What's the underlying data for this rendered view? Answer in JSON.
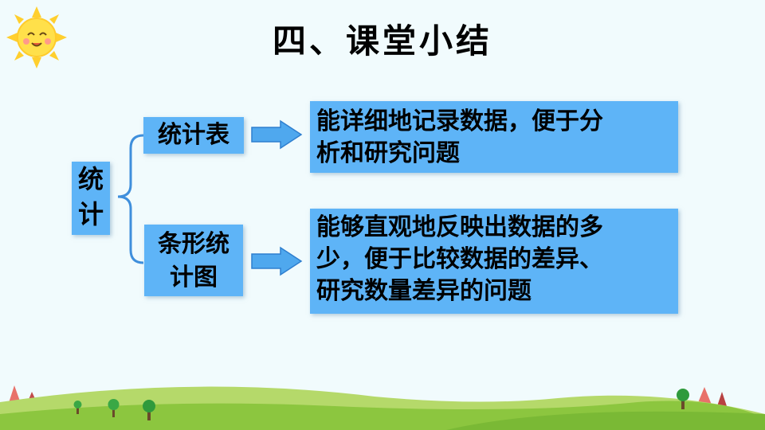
{
  "title": "四、课堂小结",
  "root": {
    "line1": "统",
    "line2": "计"
  },
  "branches": [
    {
      "label_lines": [
        "统计表"
      ],
      "description_lines": [
        "能详细地记录数据，便于分",
        "析和研究问题"
      ]
    },
    {
      "label_lines": [
        "条形统",
        "计图"
      ],
      "description_lines": [
        "能够直观地反映出数据的多",
        "少，便于比较数据的差异、",
        "研究数量差异的问题"
      ]
    }
  ],
  "colors": {
    "box_fill": "#5eb4f7",
    "arrow_fill": "#4fa8ee",
    "brace": "#3f8fdc",
    "background": "#f1fbfd",
    "grass": "#8cc63f"
  },
  "icons": [
    "sun-icon",
    "tree-icon",
    "hill-icon"
  ]
}
